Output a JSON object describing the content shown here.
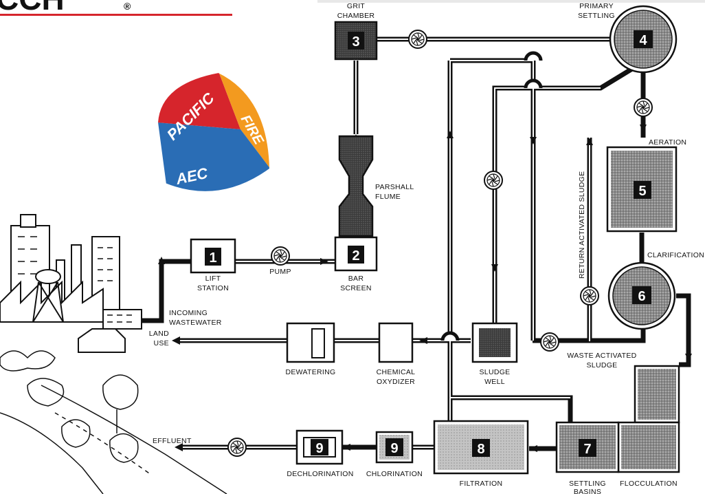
{
  "header": {
    "partial_logo_text": "CCH",
    "registered_mark": "®"
  },
  "logo": {
    "words": [
      "PACIFIC",
      "FIRE",
      "AEC"
    ],
    "colors": {
      "red": "#d6252c",
      "orange": "#f39a1f",
      "blue": "#2a6db5"
    }
  },
  "stations": {
    "s1": {
      "number": "1",
      "label": [
        "LIFT",
        "STATION"
      ]
    },
    "s2": {
      "number": "2",
      "label": [
        "BAR",
        "SCREEN"
      ]
    },
    "s3": {
      "number": "3",
      "label": [
        "GRIT",
        "CHAMBER"
      ]
    },
    "s4": {
      "number": "4",
      "label": [
        "PRIMARY",
        "SETTLING"
      ]
    },
    "s5": {
      "number": "5",
      "label": [
        "AERATION"
      ]
    },
    "s6": {
      "number": "6",
      "label": [
        "CLARIFICATION"
      ]
    },
    "s7": {
      "number": "7",
      "label": [
        "SETTLING",
        "BASINS"
      ]
    },
    "s8": {
      "number": "8",
      "label": [
        "FILTRATION"
      ]
    },
    "s9a": {
      "number": "9",
      "label": [
        "CHLORINATION"
      ]
    },
    "s9b": {
      "number": "9",
      "label": [
        "DECHLORINATION"
      ]
    }
  },
  "labels": {
    "pump": "PUMP",
    "parshall": [
      "PARSHALL",
      "FLUME"
    ],
    "incoming": [
      "INCOMING",
      "WASTEWATER"
    ],
    "land_use": [
      "LAND",
      "USE"
    ],
    "dewatering": "DEWATERING",
    "chemical": [
      "CHEMICAL",
      "OXYDIZER"
    ],
    "sludge_well": [
      "SLUDGE",
      "WELL"
    ],
    "waste_activated": [
      "WASTE ACTIVATED",
      "SLUDGE"
    ],
    "return_activated": "RETURN ACTIVATED SLUDGE",
    "flocculation": "FLOCCULATION",
    "effluent": "EFFLUENT"
  }
}
